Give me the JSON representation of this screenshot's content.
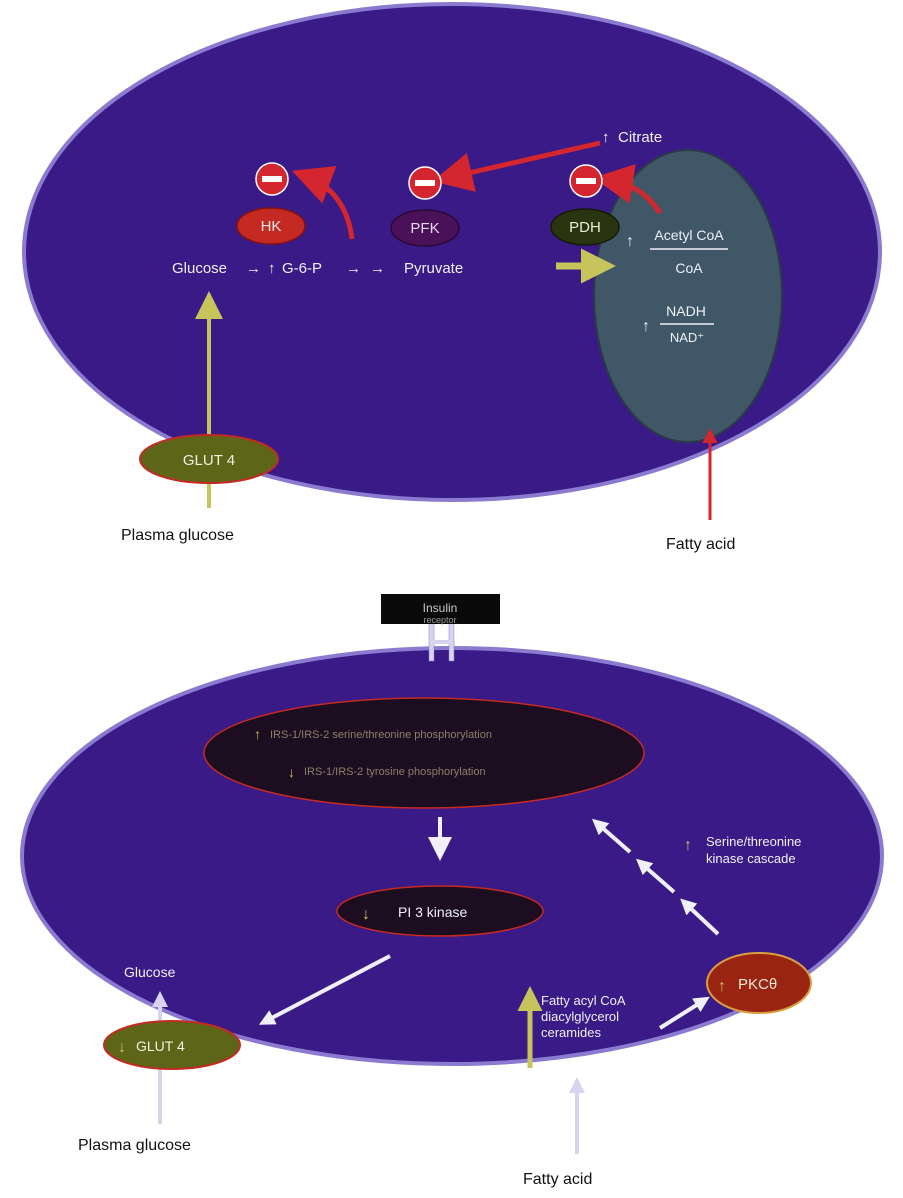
{
  "top_panel": {
    "citrate": "Citrate",
    "inhibitor_symbols": [
      "HK inhibition",
      "PFK inhibition",
      "PDH inhibition"
    ],
    "enzymes": {
      "hk": "HK",
      "pfk": "PFK",
      "pdh": "PDH"
    },
    "pathway": {
      "glucose": "Glucose",
      "g6p": "G-6-P",
      "pyruvate": "Pyruvate"
    },
    "mitochondrion": {
      "ratio1_num": "Acetyl CoA",
      "ratio1_den": "CoA",
      "ratio2_num": "NADH",
      "ratio2_den": "NAD⁺"
    },
    "transporter": "GLUT 4",
    "plasma_glucose": "Plasma glucose",
    "fatty_acid": "Fatty acid"
  },
  "bottom_panel": {
    "receptor_label": "Insulin",
    "receptor_label_obscured": "receptor",
    "irs_line1": "IRS-1/IRS-2 serine/threonine phosphorylation",
    "irs_line2": "IRS-1/IRS-2 tyrosine phosphorylation",
    "pi3k": "PI 3 kinase",
    "glucose": "Glucose",
    "transporter": "GLUT 4",
    "kinase_cascade_line1": "Serine/threonine",
    "kinase_cascade_line2": "kinase cascade",
    "pkc": "PKCθ",
    "metabolites_line1": "Fatty acyl CoA",
    "metabolites_line2": "diacylglycerol",
    "metabolites_line3": "ceramides",
    "plasma_glucose": "Plasma glucose",
    "fatty_acid": "Fatty acid"
  },
  "colors": {
    "cell": "#3a1a86",
    "cell_border": "#8a7ad0",
    "mitochondrion": "#3f5766",
    "hk": "#c42a22",
    "pfk": "#4a1058",
    "pdh": "#2a3410",
    "glut4": "#5d6618",
    "irs_box": "#1c0d20",
    "pkc": "#9a2412",
    "red_arrow": "#d3262e",
    "yellow_arrow": "#c8c45c",
    "white_arrow": "#f0f0f8"
  }
}
